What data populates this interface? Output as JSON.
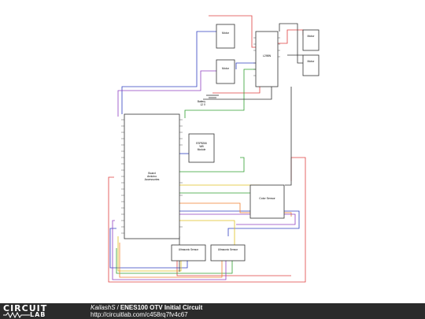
{
  "schematic": {
    "components": {
      "motor_top": "Motor",
      "motor_mid": "Motor",
      "motor_right_top": "Motor",
      "motor_right_bot": "Motor",
      "driver": "L298N",
      "battery": [
        "Battery",
        "12 V"
      ],
      "arduino": [
        "Board",
        "Arduino",
        "Accessories"
      ],
      "wifi": [
        "ESP8266",
        "Wifi",
        "Module"
      ],
      "color_sensor": "Color Sensor",
      "ultra_left": "Ultrasonic Sensor",
      "ultra_right": "Ultrasonic Sensor"
    }
  },
  "footer": {
    "logo_top": "CIRCUIT",
    "logo_bottom": "LAB",
    "author": "KailashS",
    "separator": "/",
    "circuit_title": "ENES100 OTV Initial Circuit",
    "url": "http://circuitlab.com/c458rq7fv4c67"
  },
  "colors": {
    "wire_red": "#e04040",
    "wire_blue": "#3040c0",
    "wire_green": "#30a030",
    "wire_yellow": "#e0c020",
    "wire_orange": "#f08030",
    "wire_purple": "#9040c0",
    "wire_black": "#333333",
    "footer_bg": "#2b2b2b"
  }
}
